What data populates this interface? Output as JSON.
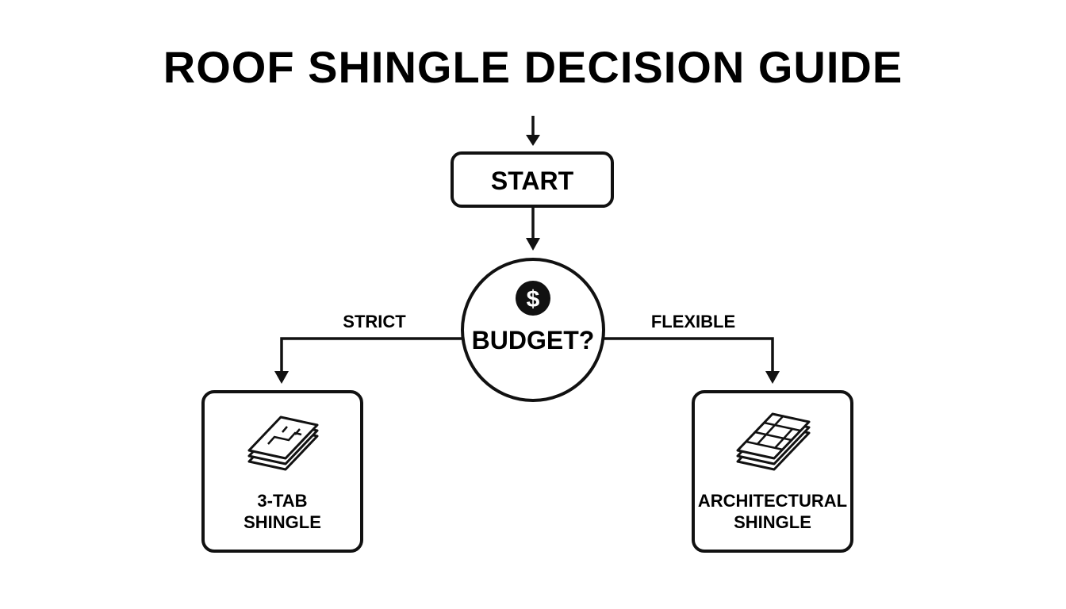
{
  "title": "ROOF SHINGLE DECISION GUIDE",
  "nodes": {
    "start": {
      "label": "START"
    },
    "decision": {
      "label": "BUDGET?",
      "icon": "dollar-icon",
      "icon_glyph": "$"
    },
    "left": {
      "line1": "3-TAB",
      "line2": "SHINGLE",
      "icon": "three-tab-shingle-icon"
    },
    "right": {
      "line1": "ARCHITECTURAL",
      "line2": "SHINGLE",
      "icon": "architectural-shingle-icon"
    }
  },
  "edges": {
    "left_label": "STRICT",
    "right_label": "FLEXIBLE"
  }
}
